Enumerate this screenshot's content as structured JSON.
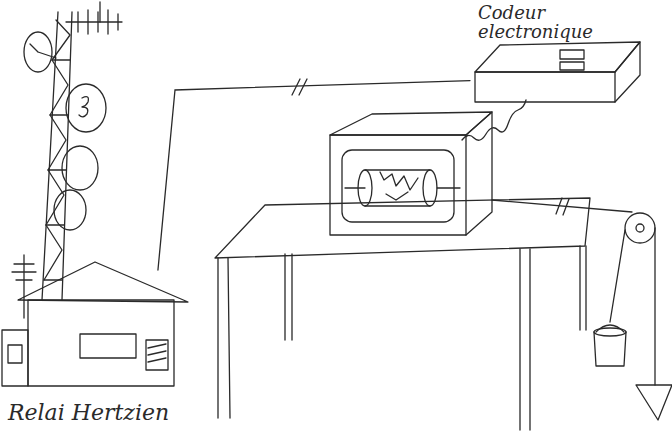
{
  "diagram": {
    "nodes": [
      {
        "text": [
          "Relai Hertzien"
        ]
      },
      {
        "text": [
          "Codeur electronique"
        ]
      }
    ],
    "edges": [
      {
        "from": 0,
        "to": 1,
        "arrow": "none"
      }
    ]
  }
}
